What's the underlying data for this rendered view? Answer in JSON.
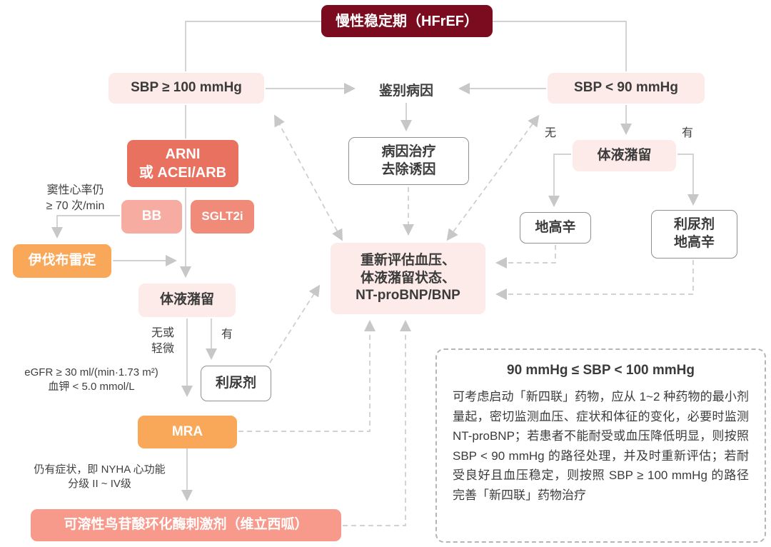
{
  "title": "慢性稳定期（HFrEF）心衰药物治疗路径流程图",
  "palette": {
    "dark_red": "#7b0b1e",
    "light_pink": "#fcebe8",
    "coral": "#e8725f",
    "salmon_light": "#f7aca1",
    "salmon": "#f08b7a",
    "orange": "#f9a85a",
    "rose": "#f89a8b",
    "line_gray": "#cccccc",
    "text_dark": "#3b3b3b"
  },
  "nodes": {
    "root": {
      "label": "慢性稳定期（HFrEF）"
    },
    "sbp_high": {
      "label": "SBP ≥ 100 mmHg"
    },
    "identify_cause": {
      "label": "鉴别病因"
    },
    "sbp_low": {
      "label": "SBP < 90 mmHg"
    },
    "cause_treatment": {
      "line1": "病因治疗",
      "line2": "去除诱因"
    },
    "arni": {
      "line1": "ARNI",
      "line2": "或 ACEI/ARB"
    },
    "bb": {
      "label": "BB"
    },
    "sglt2i": {
      "label": "SGLT2i"
    },
    "sinus_note": {
      "line1": "窦性心率仍",
      "line2": "≥ 70 次/min"
    },
    "ivabradine": {
      "label": "伊伐布雷定"
    },
    "fluid_left": {
      "label": "体液潴留"
    },
    "no_mild": {
      "line1": "无或",
      "line2": "轻微"
    },
    "yes_left": {
      "label": "有"
    },
    "egfr_note": {
      "line1": "eGFR ≥ 30 ml/(min·1.73 m²)",
      "line2": "血钾 < 5.0 mmol/L"
    },
    "diuretic": {
      "label": "利尿剂"
    },
    "mra": {
      "label": "MRA"
    },
    "nyha_note": {
      "line1": "仍有症状，即 NYHA 心功能",
      "line2": "分级 II ~ IV级"
    },
    "vericiguat": {
      "label": "可溶性鸟苷酸环化酶刺激剂（维立西呱）"
    },
    "reassess": {
      "line1": "重新评估血压、",
      "line2": "体液潴留状态、",
      "line3": "NT-proBNP/BNP"
    },
    "fluid_right": {
      "label": "体液潴留"
    },
    "no_right": {
      "label": "无"
    },
    "yes_right": {
      "label": "有"
    },
    "digoxin": {
      "label": "地高辛"
    },
    "diuretic_digoxin": {
      "line1": "利尿剂",
      "line2": "地高辛"
    },
    "note_box": {
      "title": "90 mmHg ≤ SBP < 100 mmHg",
      "body": "可考虑启动「新四联」药物，应从 1~2 种药物的最小剂量起，密切监测血压、症状和体征的变化，必要时监测 NT-proBNP；若患者不能耐受或血压降低明显，则按照 SBP < 90 mmHg 的路径处理，并及时重新评估；若耐受良好且血压稳定，则按照 SBP ≥ 100 mmHg 的路径完善「新四联」药物治疗"
    }
  },
  "edges": [
    {
      "from": "慢性稳定期（HFrEF）",
      "to": "SBP ≥ 100 mmHg",
      "style": "solid"
    },
    {
      "from": "慢性稳定期（HFrEF）",
      "to": "SBP < 90 mmHg",
      "style": "solid"
    },
    {
      "from": "SBP ≥ 100 mmHg",
      "to": "鉴别病因",
      "style": "solid-arrow"
    },
    {
      "from": "SBP < 90 mmHg",
      "to": "鉴别病因",
      "style": "solid-arrow"
    },
    {
      "from": "鉴别病因",
      "to": "病因治疗 去除诱因",
      "style": "solid-arrow"
    },
    {
      "from": "SBP ≥ 100 mmHg",
      "to": "ARNI 或 ACEI/ARB",
      "style": "solid"
    },
    {
      "from": "ARNI 或 ACEI/ARB",
      "to": "体液潴留",
      "style": "solid-arrow"
    },
    {
      "from": "BB",
      "to": "伊伐布雷定",
      "label": "窦性心率仍 ≥ 70 次/min",
      "style": "solid-arrow"
    },
    {
      "from": "伊伐布雷定",
      "to": "体液潴留",
      "style": "solid-arrow"
    },
    {
      "from": "体液潴留",
      "to": "MRA",
      "label": "无或轻微；eGFR ≥ 30 ml/(min·1.73 m²)，血钾 < 5.0 mmol/L",
      "style": "solid-arrow"
    },
    {
      "from": "体液潴留",
      "to": "利尿剂",
      "label": "有",
      "style": "solid-arrow"
    },
    {
      "from": "MRA",
      "to": "可溶性鸟苷酸环化酶刺激剂（维立西呱）",
      "label": "仍有症状，即 NYHA 心功能分级 II ~ IV级",
      "style": "solid-arrow"
    },
    {
      "from": "病因治疗 去除诱因",
      "to": "重新评估血压、体液潴留状态、NT-proBNP/BNP",
      "style": "dashed-arrow"
    },
    {
      "from": "重新评估血压、体液潴留状态、NT-proBNP/BNP",
      "to": "SBP ≥ 100 mmHg",
      "style": "dashed-double-arrow"
    },
    {
      "from": "重新评估血压、体液潴留状态、NT-proBNP/BNP",
      "to": "SBP < 90 mmHg",
      "style": "dashed-double-arrow"
    },
    {
      "from": "利尿剂",
      "to": "重新评估血压、体液潴留状态、NT-proBNP/BNP",
      "style": "dashed-arrow"
    },
    {
      "from": "MRA",
      "to": "重新评估血压、体液潴留状态、NT-proBNP/BNP",
      "style": "dashed-arrow"
    },
    {
      "from": "可溶性鸟苷酸环化酶刺激剂（维立西呱）",
      "to": "重新评估血压、体液潴留状态、NT-proBNP/BNP",
      "style": "dashed-arrow"
    },
    {
      "from": "SBP < 90 mmHg",
      "to": "体液潴留（右）",
      "style": "solid-arrow"
    },
    {
      "from": "体液潴留（右）",
      "to": "地高辛",
      "label": "无",
      "style": "solid-arrow"
    },
    {
      "from": "体液潴留（右）",
      "to": "利尿剂 地高辛",
      "label": "有",
      "style": "solid-arrow"
    },
    {
      "from": "地高辛",
      "to": "重新评估血压、体液潴留状态、NT-proBNP/BNP",
      "style": "dashed-arrow"
    },
    {
      "from": "利尿剂 地高辛",
      "to": "重新评估血压、体液潴留状态、NT-proBNP/BNP",
      "style": "dashed-arrow"
    }
  ]
}
